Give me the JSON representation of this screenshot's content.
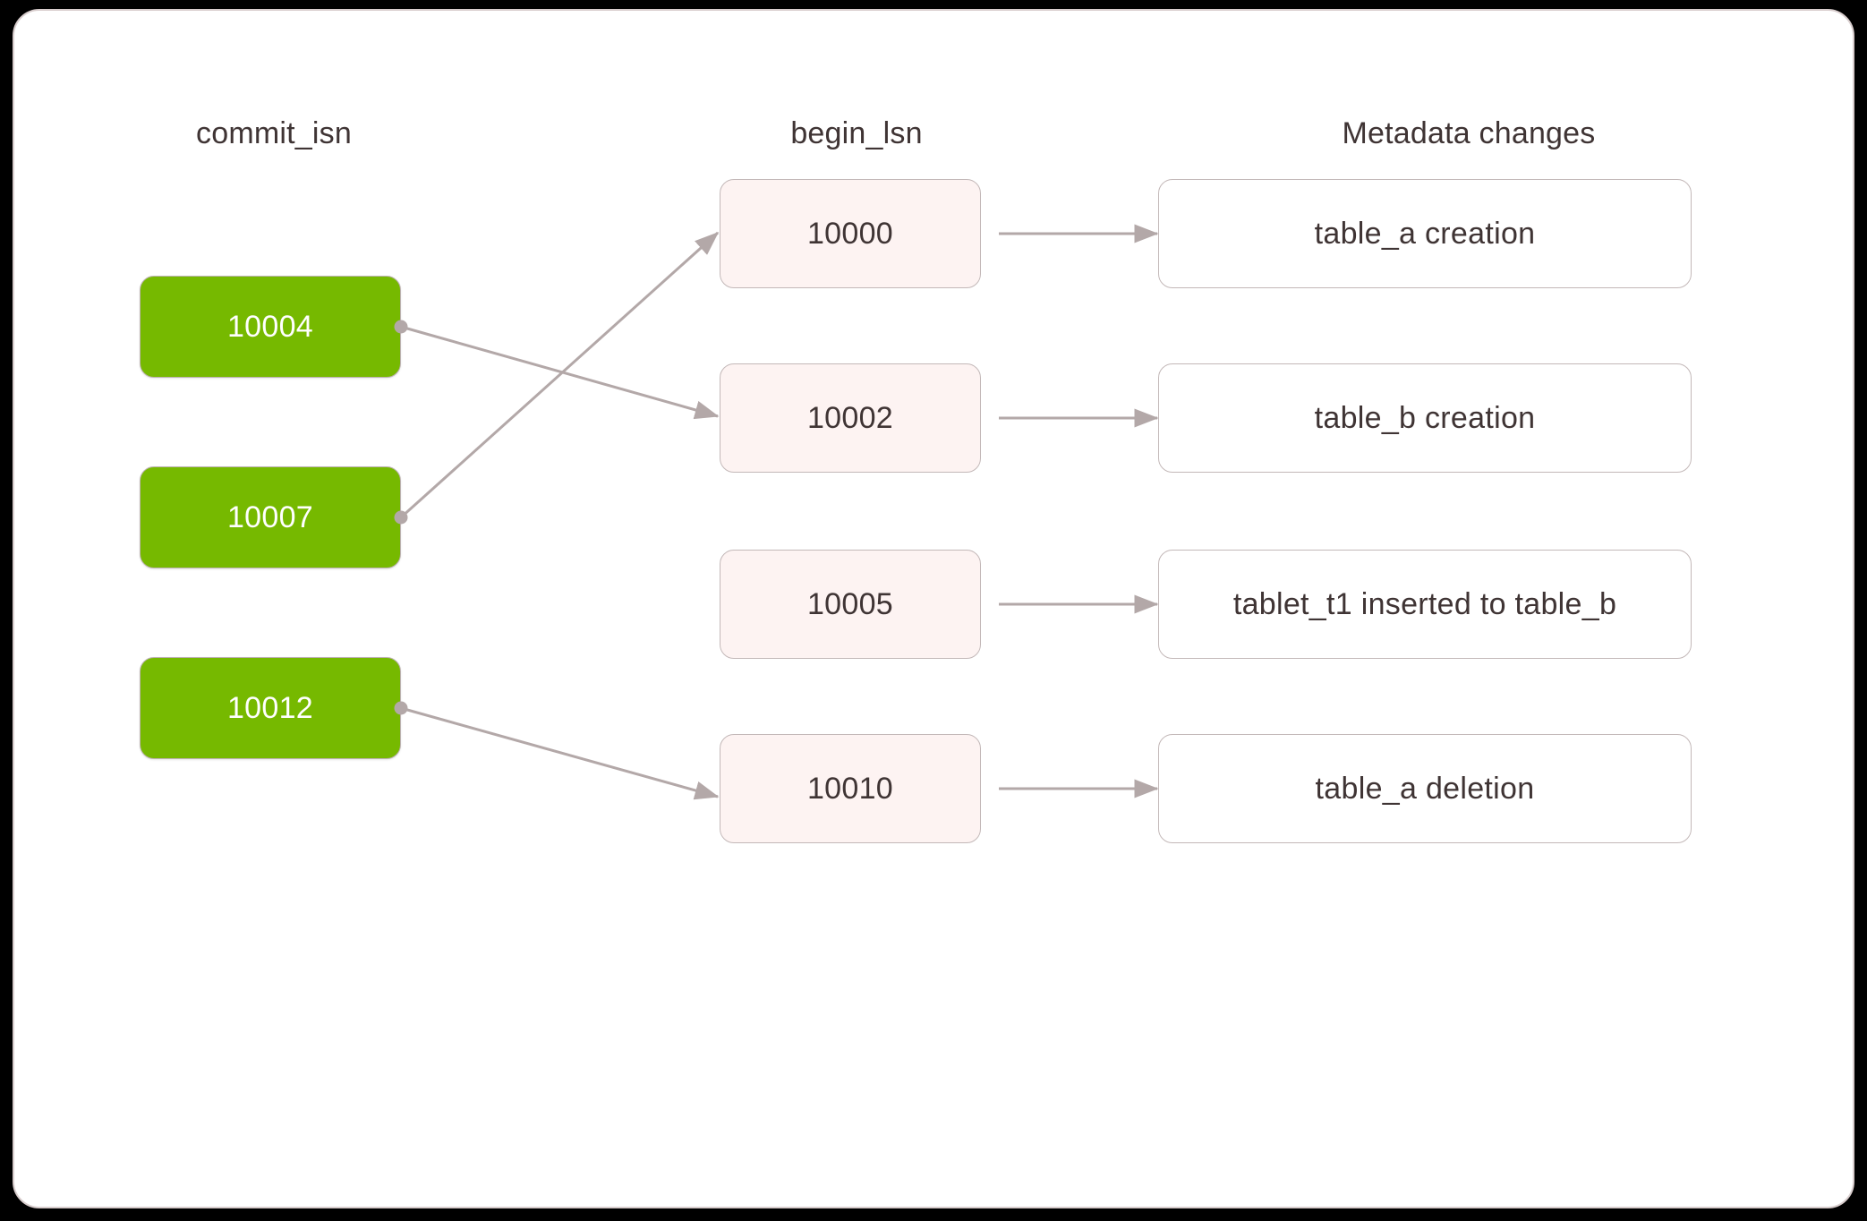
{
  "diagram": {
    "title": "commit_isn to begin_lsn to metadata changes mapping",
    "background_color": "#ffffff",
    "outer_background_color": "#000000",
    "accent_color": "#76b900",
    "begin_node_color": "#fdf3f2",
    "edge_color": "#b3a8a8",
    "text_color": "#3f3434"
  },
  "columns": [
    {
      "key": "commit",
      "header": "commit_isn"
    },
    {
      "key": "begin",
      "header": "begin_lsn"
    },
    {
      "key": "meta",
      "header": "Metadata changes"
    }
  ],
  "commit_nodes": [
    {
      "label": "10004"
    },
    {
      "label": "10007"
    },
    {
      "label": "10012"
    }
  ],
  "begin_nodes": [
    {
      "label": "10000"
    },
    {
      "label": "10002"
    },
    {
      "label": "10005"
    },
    {
      "label": "10010"
    }
  ],
  "metadata_nodes": [
    {
      "label": "table_a creation"
    },
    {
      "label": "table_b creation"
    },
    {
      "label": "tablet_t1 inserted to table_b"
    },
    {
      "label": "table_a deletion"
    }
  ],
  "edges": [
    {
      "from": "10004",
      "to": "10002"
    },
    {
      "from": "10007",
      "to": "10000"
    },
    {
      "from": "10012",
      "to": "10010"
    },
    {
      "from": "10000",
      "to": "table_a creation"
    },
    {
      "from": "10002",
      "to": "table_b creation"
    },
    {
      "from": "10005",
      "to": "tablet_t1 inserted to table_b"
    },
    {
      "from": "10010",
      "to": "table_a deletion"
    }
  ]
}
